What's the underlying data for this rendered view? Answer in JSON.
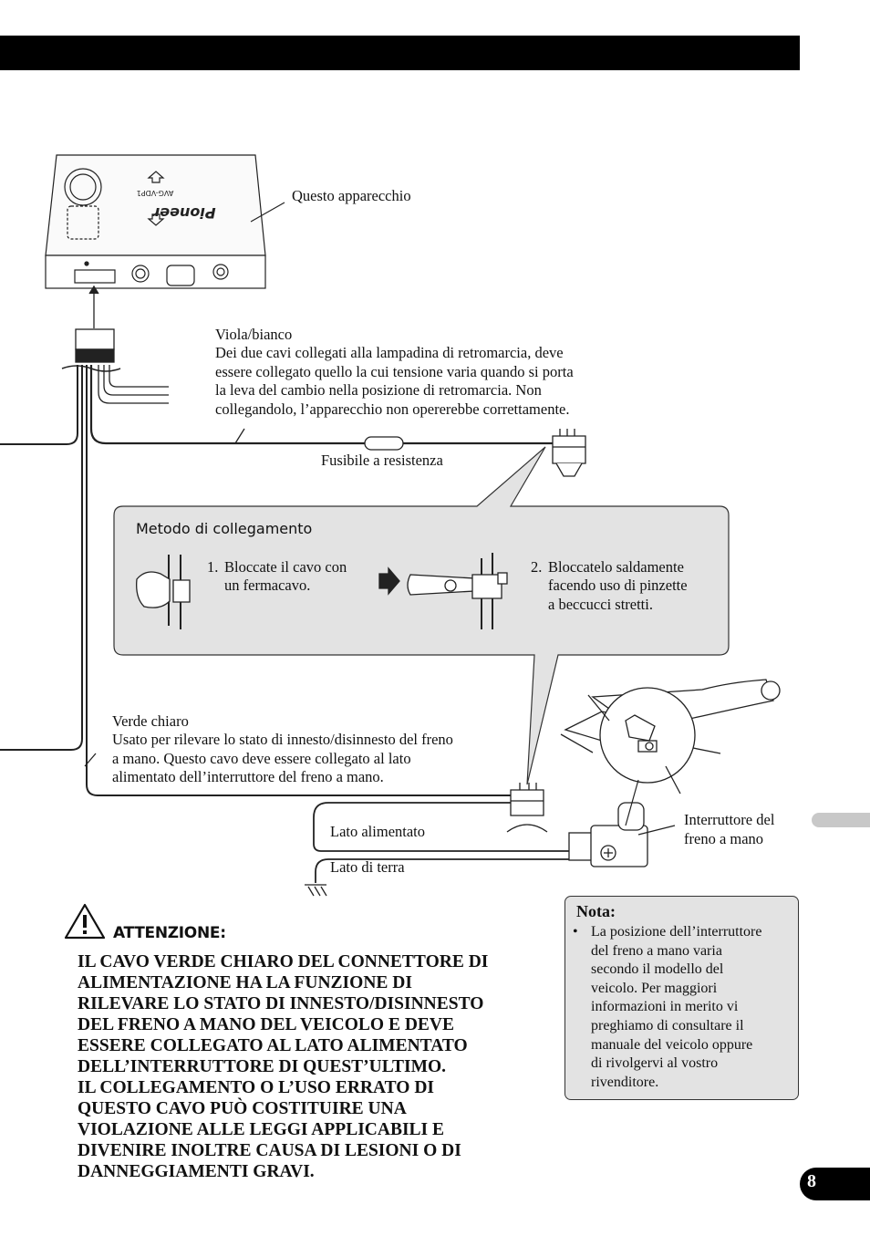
{
  "header": {
    "bar_color": "#000000"
  },
  "labels": {
    "device": "Questo apparecchio",
    "violet_title": "Viola/bianco",
    "violet_lines": [
      "Dei due cavi collegati alla lampadina di retromarcia, deve",
      "essere collegato quello la cui tensione varia quando si porta",
      "la leva del cambio nella posizione di retromarcia. Non",
      "collegandolo, l’apparecchio non opererebbe correttamente."
    ],
    "fuse": "Fusibile a resistenza",
    "green_title": "Verde chiaro",
    "green_lines": [
      "Usato per rilevare lo stato di innesto/disinnesto del freno",
      "a mano. Questo cavo deve essere collegato al lato",
      "alimentato dell’interruttore del freno a mano."
    ],
    "power_side": "Lato alimentato",
    "ground_side": "Lato di terra",
    "brake_switch_lines": [
      "Interruttore del",
      "freno a mano"
    ]
  },
  "callout": {
    "title": "Metodo di collegamento",
    "step1_num": "1.",
    "step1_lines": [
      "Bloccate il cavo con",
      "un fermacavo."
    ],
    "step2_num": "2.",
    "step2_lines": [
      "Bloccatelo saldamente",
      "facendo uso di pinzette",
      "a beccucci stretti."
    ]
  },
  "device_marking": {
    "brand": "Pioneer",
    "model": "AVG-VDP1"
  },
  "warning": {
    "heading": "ATTENZIONE:",
    "lines": [
      "IL CAVO VERDE CHIARO DEL CONNETTORE DI",
      "ALIMENTAZIONE HA LA FUNZIONE DI",
      "RILEVARE LO STATO DI INNESTO/DISINNESTO",
      "DEL FRENO A MANO DEL VEICOLO E DEVE",
      "ESSERE COLLEGATO AL LATO ALIMENTATO",
      "DELL’INTERRUTTORE DI QUEST’ULTIMO.",
      "IL COLLEGAMENTO O L’USO ERRATO DI",
      "QUESTO CAVO PUÒ COSTITUIRE UNA",
      "VIOLAZIONE ALLE LEGGI APPLICABILI E",
      "DIVENIRE INOLTRE CAUSA DI LESIONI O DI",
      "DANNEGGIAMENTI GRAVI."
    ]
  },
  "note": {
    "title": "Nota:",
    "bullet": "•",
    "lines": [
      "La posizione dell’interruttore",
      "del freno a mano varia",
      "secondo il modello del",
      "veicolo. Per maggiori",
      "informazioni in merito vi",
      "preghiamo di consultare il",
      "manuale del veicolo oppure",
      "di rivolgervi al vostro",
      "rivenditore."
    ]
  },
  "page_number": "8"
}
